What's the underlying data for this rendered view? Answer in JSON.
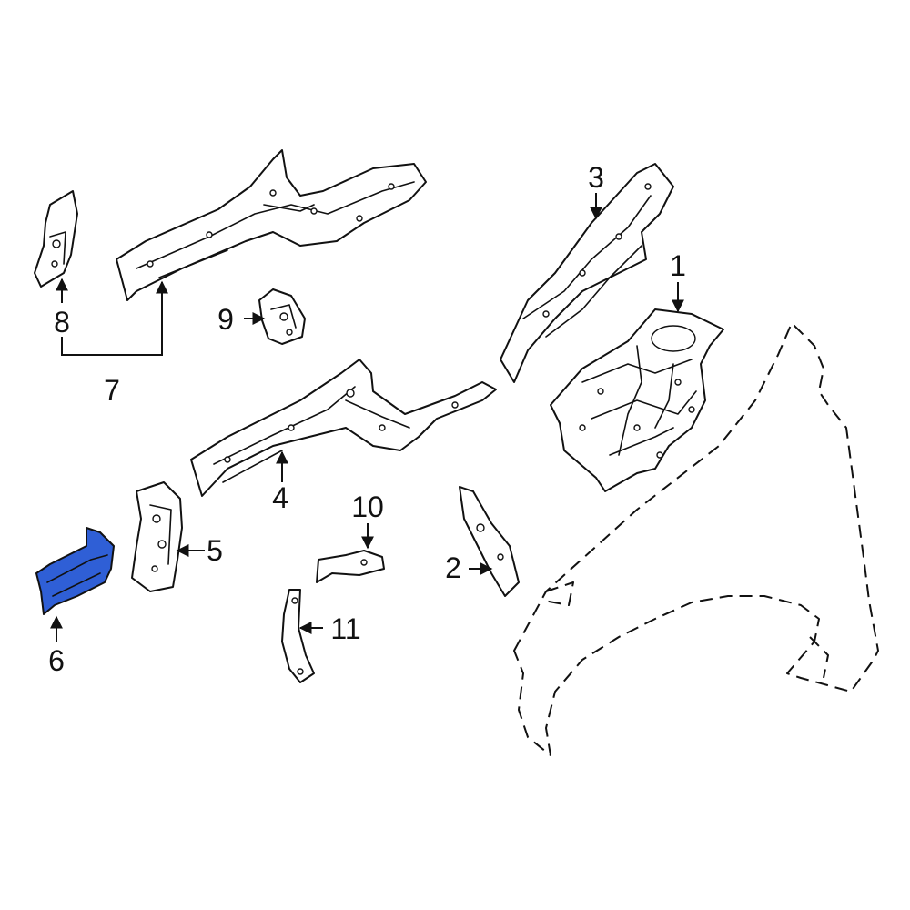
{
  "colors": {
    "highlight": "#2f5fd6",
    "line": "#111111",
    "background": "#ffffff"
  },
  "callouts": {
    "p1": "1",
    "p2": "2",
    "p3": "3",
    "p4": "4",
    "p5": "5",
    "p6": "6",
    "p7": "7",
    "p8": "8",
    "p9": "9",
    "p10": "10",
    "p11": "11"
  }
}
